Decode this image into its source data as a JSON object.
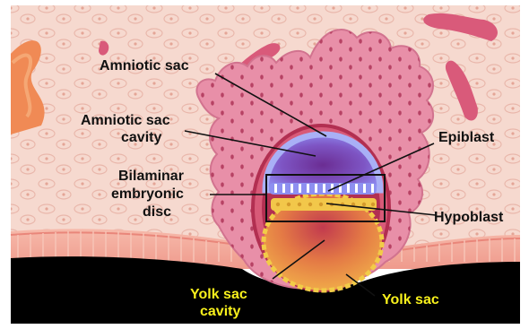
{
  "labels": {
    "amniotic_sac": "Amniotic sac",
    "amniotic_cavity_1": "Amniotic sac",
    "amniotic_cavity_2": "cavity",
    "bilaminar_1": "Bilaminar",
    "bilaminar_2": "embryonic",
    "bilaminar_3": "disc",
    "epiblast": "Epiblast",
    "hypoblast": "Hypoblast",
    "yolk_cavity_1": "Yolk sac",
    "yolk_cavity_2": "cavity",
    "yolk_sac": "Yolk sac"
  },
  "colors": {
    "dark_label": "#111111",
    "yolk_label": "#f7f01c",
    "background_tissue": "#f5d5cc",
    "endometrium_wall": "#f3a79a",
    "trophoblast": "#e98ca6",
    "cavity_rim": "#b32f52",
    "epiblast": "#8d8ff0",
    "hypoblast": "#f1c84c",
    "amniotic_cavity": "#6a3aa8",
    "yolk_cavity": "#f0a04a",
    "lower_void": "#000000"
  },
  "icons": [
    "leader-lines"
  ]
}
